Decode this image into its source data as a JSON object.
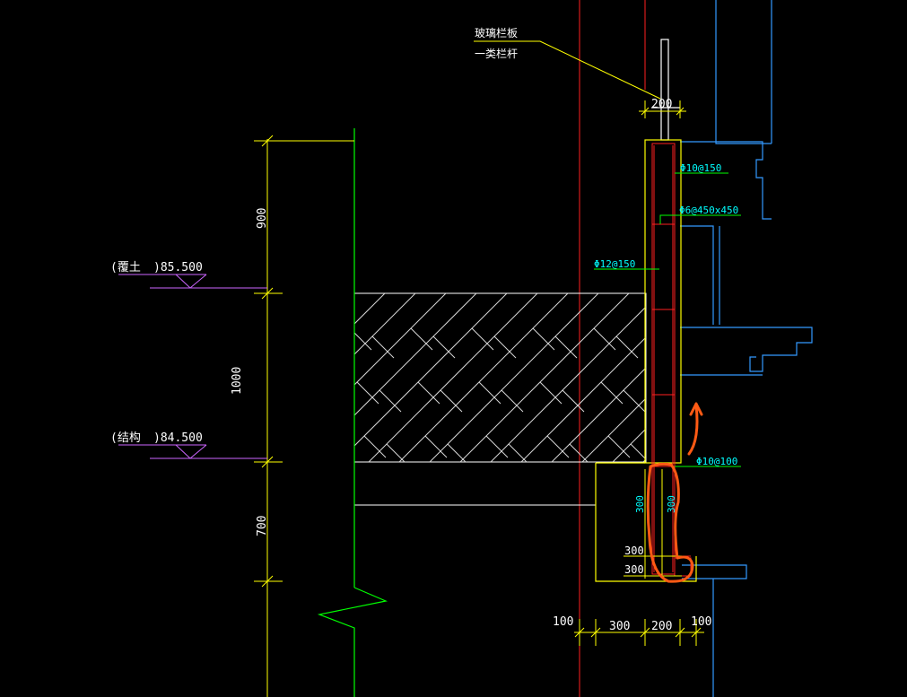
{
  "annotations": {
    "railing_line1": "玻璃栏板",
    "railing_line2": "一类栏杆"
  },
  "dimensions": {
    "top_width": "200",
    "vertical_900": "900",
    "vertical_1000": "1000",
    "vertical_700": "700",
    "bottom_left_100": "100",
    "bottom_300": "300",
    "bottom_200": "200",
    "bottom_right_100": "100",
    "inner_300_a": "300",
    "inner_300_b": "300",
    "foot_300_a": "300",
    "foot_300_b": "300"
  },
  "rebar": {
    "r1": "Φ10@150",
    "r2": "Φ6@450x450",
    "r3": "Φ12@150",
    "r4": "Φ10@100"
  },
  "levels": {
    "upper_prefix": "(覆土",
    "upper_value": ")85.500",
    "lower_prefix": "(结构",
    "lower_value": ")84.500"
  },
  "colors": {
    "background": "#000000",
    "yellow": "#ffff00",
    "green": "#00ff00",
    "red": "#ff2020",
    "cyan": "#00ffff",
    "blue": "#3399ff",
    "magenta": "#cc66ff",
    "white": "#ffffff",
    "orange": "#ff5a14"
  }
}
